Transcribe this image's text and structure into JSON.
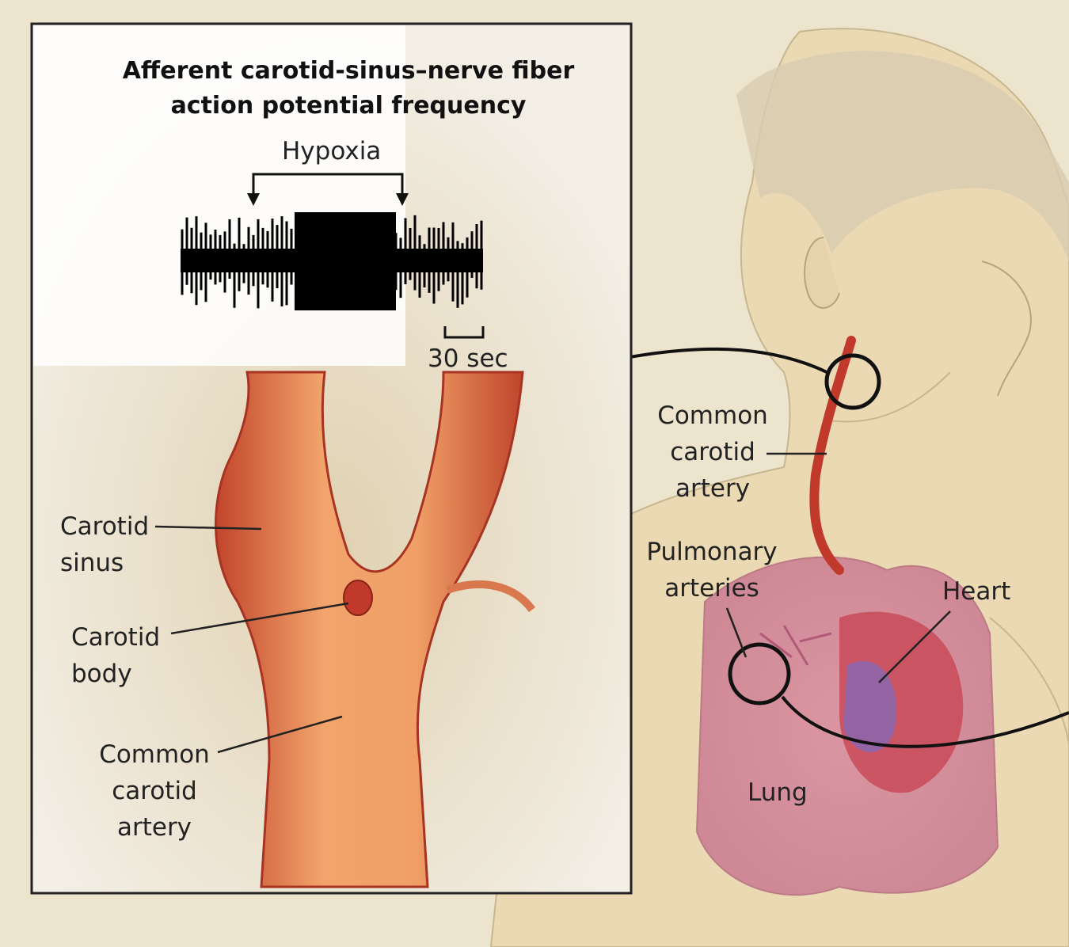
{
  "title": "Afferent carotid-sinus–nerve fiber\naction potential frequency",
  "trace": {
    "stimulus_label": "Hypoxia",
    "scale_bar_label": "30 sec"
  },
  "inset_labels": {
    "carotid_sinus": "Carotid\nsinus",
    "carotid_body": "Carotid\nbody",
    "common_carotid_artery": "Common\ncarotid artery"
  },
  "body_labels": {
    "common_carotid_artery": "Common\ncarotid\nartery",
    "pulmonary_arteries": "Pulmonary\narteries",
    "heart": "Heart",
    "lung": "Lung"
  },
  "colors": {
    "background": "#ece4cd",
    "artery": "#c0392b",
    "lung": "#d88ca0",
    "skin": "#eadcb8"
  }
}
